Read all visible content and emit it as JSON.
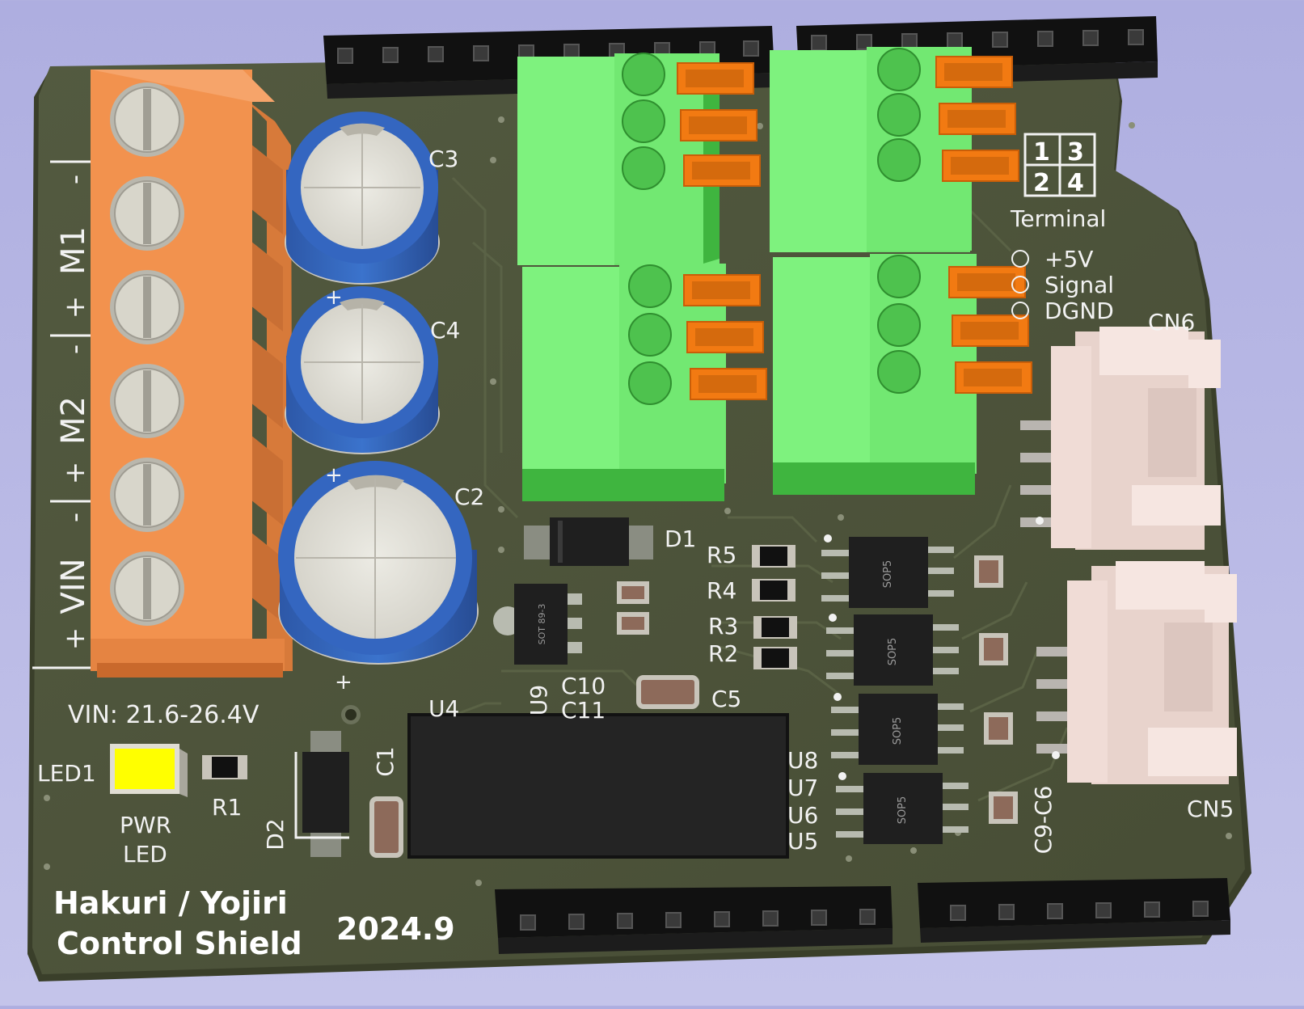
{
  "board": {
    "title_line1": "Hakuri / Yojiri",
    "title_line2": "Control Shield",
    "version": "2024.9",
    "vin_range": "VIN: 21.6-26.4V",
    "pwr_led_line1": "PWR",
    "pwr_led_line2": "LED",
    "colors": {
      "pcb": "#4b5138",
      "silkscreen": "#f2f2f2",
      "terminal_block": "#f2924e",
      "spring_terminal": "#7ef27e",
      "lever": "#f27a12",
      "capacitor": "#3a6fc6",
      "connector": "#f0dcd6",
      "led": "#ffff00",
      "ic_body": "#1f1f1f",
      "background": "#b8b8e6"
    }
  },
  "side_labels": {
    "m1": "M1",
    "m2": "M2",
    "vin": "VIN",
    "plus": "+",
    "minus": "-"
  },
  "refdes": {
    "c1": "C1",
    "c2": "C2",
    "c3": "C3",
    "c4": "C4",
    "c5": "C5",
    "c10": "C10",
    "c11": "C11",
    "c9_c6": "C9-C6",
    "d1": "D1",
    "d2": "D2",
    "r1": "R1",
    "r2": "R2",
    "r3": "R3",
    "r4": "R4",
    "r5": "R5",
    "u4": "U4",
    "u9": "U9",
    "u5": "U5",
    "u6": "U6",
    "u7": "U7",
    "u8": "U8",
    "led1": "LED1",
    "cn5": "CN5",
    "cn6": "CN6"
  },
  "terminal_legend": {
    "n1": "1",
    "n2": "2",
    "n3": "3",
    "n4": "4",
    "label": "Terminal",
    "pin_5v": "+5V",
    "pin_signal": "Signal",
    "pin_dgnd": "DGND"
  },
  "chip_markings": {
    "sop": "SOP5",
    "sot": "SOT 89-3"
  },
  "capacitor_polarity": "+"
}
